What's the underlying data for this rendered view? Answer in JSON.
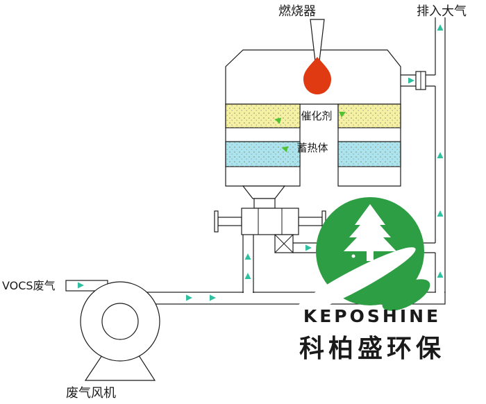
{
  "labels": {
    "burner": "燃烧器",
    "exhaust_outlet": "排入大气",
    "catalyst": "催化剂",
    "heat_storage": "蓄热体",
    "gas_inlet": "VOCS废气",
    "fan": "废气风机"
  },
  "logo": {
    "brand_latin": "KEPOSHINE",
    "brand_chinese": "科柏盛环保"
  },
  "colors": {
    "logo_green": "#2E9E44",
    "catalyst_layer": "#F5F0A2",
    "heat_storage_layer": "#ABE4EE",
    "flame": "#E03A12",
    "flow_arrow": "#2FC0A0",
    "label_arrow": "#52C232",
    "line": "#1A1A1A"
  }
}
